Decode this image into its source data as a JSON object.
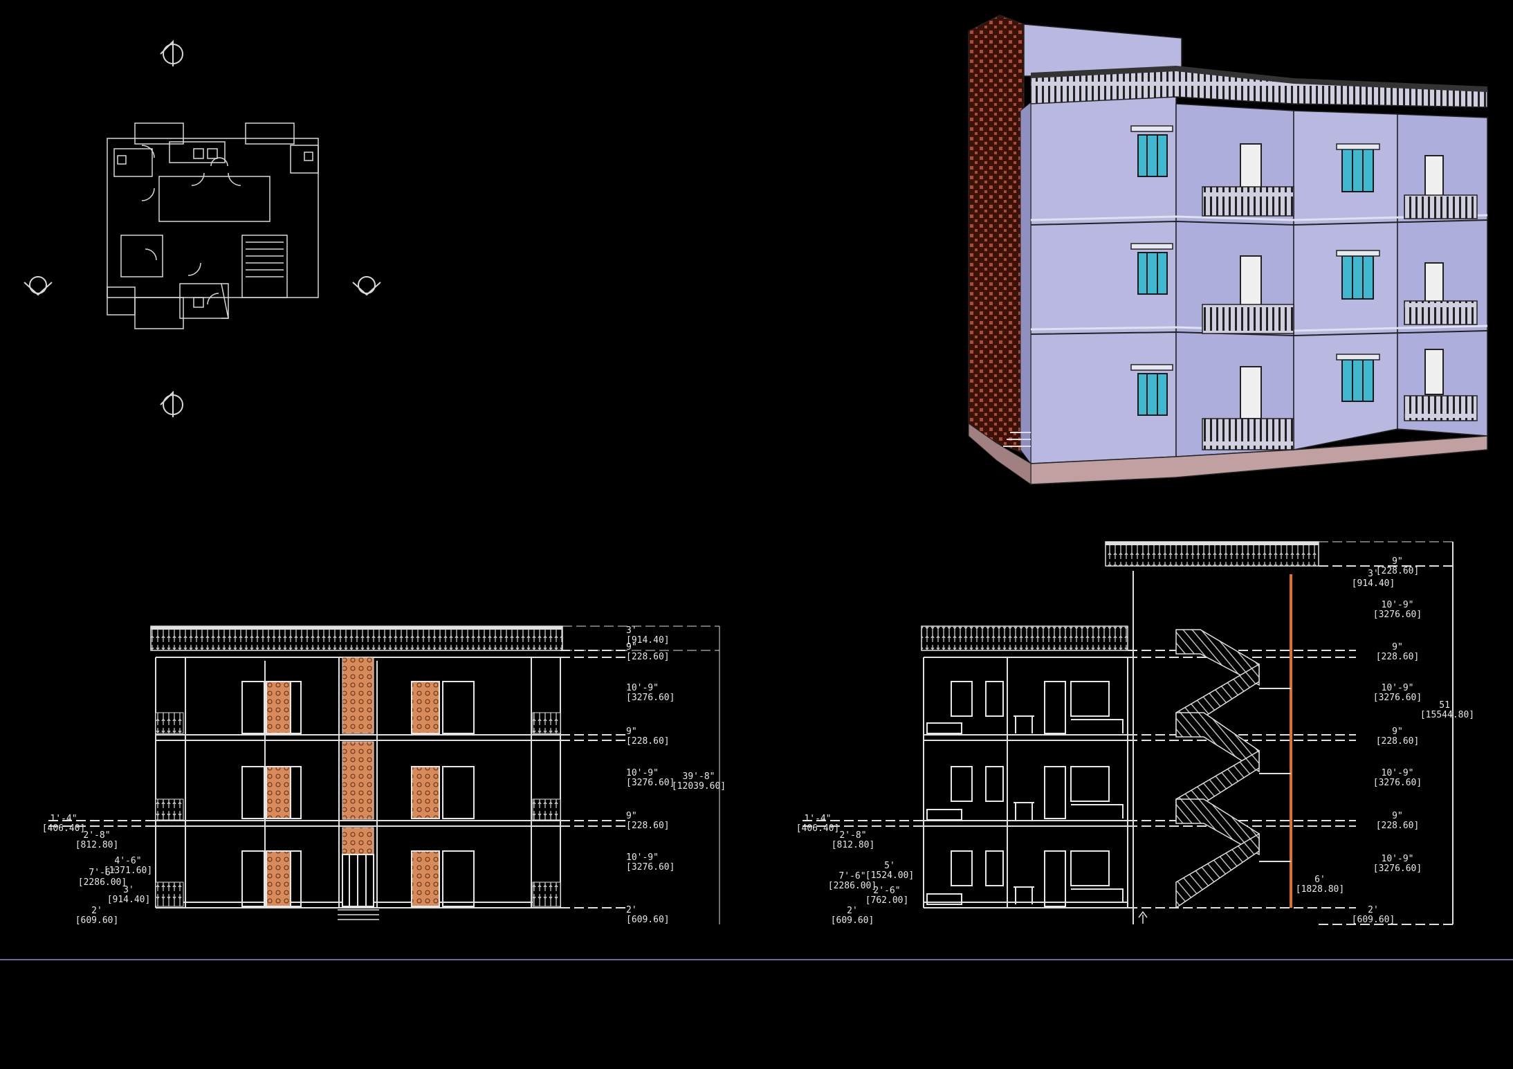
{
  "drawing": {
    "background": "#000000",
    "line_color": "#e0e0e0",
    "brick_color": "#a0422c",
    "wall_color": "#b8b8e0",
    "glass_color": "#3fb8d0",
    "highlight_color": "#e07030"
  },
  "front_elevation": {
    "dims_right": [
      {
        "ft": "3'",
        "mm": "[914.40]"
      },
      {
        "ft": "9\"",
        "mm": "[228.60]"
      },
      {
        "ft": "10'-9\"",
        "mm": "[3276.60]"
      },
      {
        "ft": "9\"",
        "mm": "[228.60]"
      },
      {
        "ft": "10'-9\"",
        "mm": "[3276.60]"
      },
      {
        "ft": "9\"",
        "mm": "[228.60]"
      },
      {
        "ft": "10'-9\"",
        "mm": "[3276.60]"
      },
      {
        "ft": "2'",
        "mm": "[609.60]"
      }
    ],
    "total": {
      "ft": "39'-8\"",
      "mm": "[12039.60]"
    },
    "dims_left": [
      {
        "ft": "1'-4\"",
        "mm": "[406.40]"
      },
      {
        "ft": "2'-8\"",
        "mm": "[812.80]"
      },
      {
        "ft": "4'-6\"",
        "mm": "[1371.60]"
      },
      {
        "ft": "7'-6\"",
        "mm": "[2286.00]"
      },
      {
        "ft": "3'",
        "mm": "[914.40]"
      },
      {
        "ft": "2'",
        "mm": "[609.60]"
      }
    ]
  },
  "section": {
    "dims_right": [
      {
        "ft": "3'",
        "mm": "[914.40]"
      },
      {
        "ft": "9\"",
        "mm": "[228.60]"
      },
      {
        "ft": "10'-9\"",
        "mm": "[3276.60]"
      },
      {
        "ft": "9\"",
        "mm": "[228.60]"
      },
      {
        "ft": "10'-9\"",
        "mm": "[3276.60]"
      },
      {
        "ft": "9\"",
        "mm": "[228.60]"
      },
      {
        "ft": "10'-9\"",
        "mm": "[3276.60]"
      },
      {
        "ft": "9\"",
        "mm": "[228.60]"
      },
      {
        "ft": "10'-9\"",
        "mm": "[3276.60]"
      },
      {
        "ft": "6'",
        "mm": "[1828.80]"
      },
      {
        "ft": "2'",
        "mm": "[609.60]"
      }
    ],
    "total": {
      "ft": "51'",
      "mm": "[15544.80]"
    },
    "dims_left": [
      {
        "ft": "1'-4\"",
        "mm": "[406.40]"
      },
      {
        "ft": "2'-8\"",
        "mm": "[812.80]"
      },
      {
        "ft": "5'",
        "mm": "[1524.00]"
      },
      {
        "ft": "7'-6\"",
        "mm": "[2286.00]"
      },
      {
        "ft": "2'-6\"",
        "mm": "[762.00]"
      },
      {
        "ft": "2'",
        "mm": "[609.60]"
      }
    ]
  }
}
